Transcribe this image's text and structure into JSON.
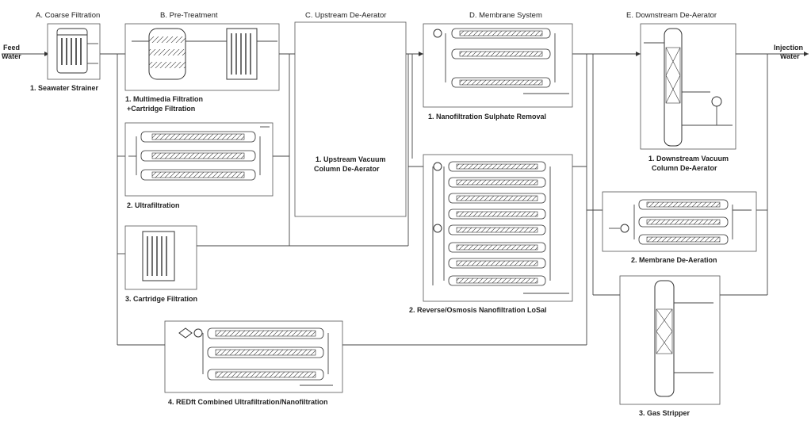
{
  "io": {
    "feed": "Feed\nWater",
    "feed_l1": "Feed",
    "feed_l2": "Water",
    "inj_l1": "Injection",
    "inj_l2": "Water"
  },
  "headers": {
    "a": "A. Coarse Filtration",
    "b": "B. Pre-Treatment",
    "c": "C. Upstream De-Aerator",
    "d": "D. Membrane System",
    "e": "E. Downstream De-Aerator"
  },
  "labels": {
    "strainer": "1. Seawater Strainer",
    "mm_l1": "1. Multimedia Filtration",
    "mm_l2": "+Cartridge Filtration",
    "uf": "2. Ultrafiltration",
    "cart": "3. Cartridge Filtration",
    "red_combined": "4. REDft Combined Ultrafiltration/Nanofiltration",
    "up_l1": "1. Upstream Vacuum",
    "up_l2": "Column De-Aerator",
    "nf": "1. Nanofiltration Sulphate Removal",
    "ro": "2. Reverse/Osmosis Nanofiltration LoSal",
    "down_l1": "1. Downstream Vacuum",
    "down_l2": "Column De-Aerator",
    "mem_dea": "2. Membrane De-Aeration",
    "gas": "3. Gas Stripper"
  }
}
